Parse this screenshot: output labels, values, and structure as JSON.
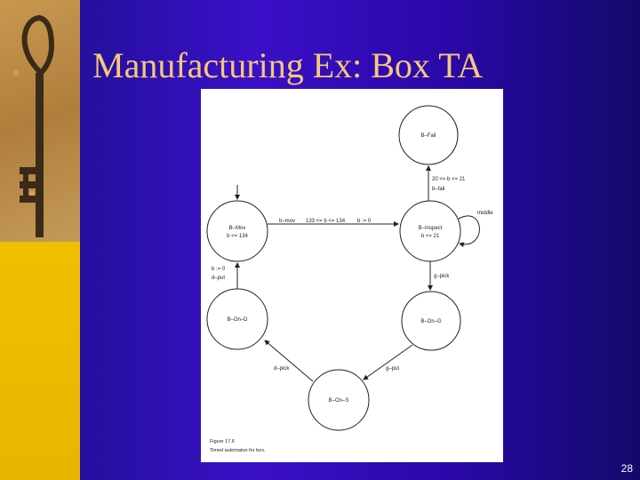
{
  "slide": {
    "title": "Manufacturing Ex: Box TA",
    "page_number": "28"
  },
  "automaton": {
    "states": [
      {
        "id": "b_fail",
        "name": "B–Fail",
        "invariant": ""
      },
      {
        "id": "b_mov",
        "name": "B–Mov",
        "invariant": "b <= 134"
      },
      {
        "id": "b_inspect",
        "name": "B–Inspect",
        "invariant": "b <= 21"
      },
      {
        "id": "b_on_d",
        "name": "B–On–D",
        "invariant": ""
      },
      {
        "id": "b_on_g",
        "name": "B–On–G",
        "invariant": ""
      },
      {
        "id": "b_on_s",
        "name": "B–On–S",
        "invariant": ""
      }
    ],
    "edges": {
      "inspect_to_fail": {
        "guard": "20 <= b <= 21",
        "action": "b–fail"
      },
      "mov_to_inspect": {
        "action": "b–mov",
        "guard": "133 <= b <= 134",
        "reset": "b := 0"
      },
      "inspect_self": {
        "action": "middle"
      },
      "inspect_to_on_g": {
        "action": "g–pick"
      },
      "on_d_to_mov": {
        "reset": "b := 0",
        "action": "d–put"
      },
      "on_g_to_on_s": {
        "action": "g–put"
      },
      "on_s_to_on_d": {
        "action": "d–pick"
      }
    },
    "caption": {
      "line1": "Figure 17.6",
      "line2": "Timed automaton for box."
    }
  },
  "colors": {
    "background": "#2a10b8",
    "title": "#f5c87a",
    "left_bar": "#e8b400"
  }
}
